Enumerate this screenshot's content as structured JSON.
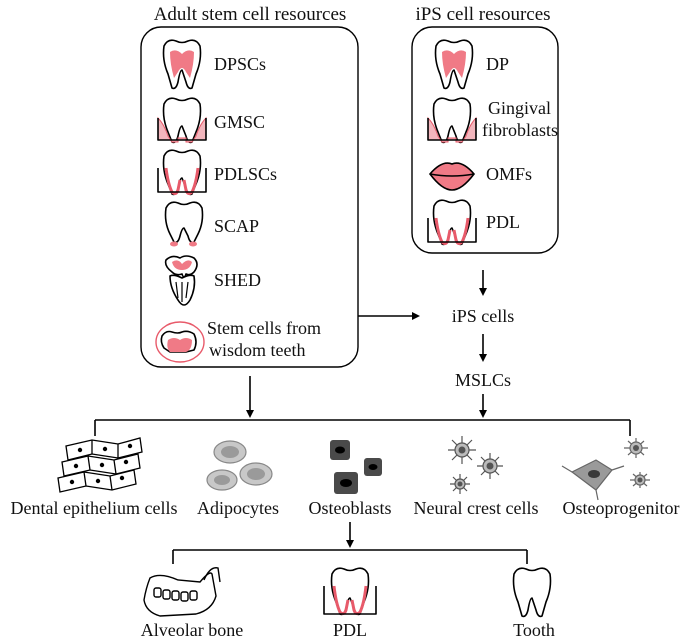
{
  "adult": {
    "title": "Adult stem cell resources",
    "items": [
      "DPSCs",
      "GMSC",
      "PDLSCs",
      "SCAP",
      "SHED",
      "Stem cells from",
      "wisdom teeth"
    ]
  },
  "ips": {
    "title": "iPS cell resources",
    "items": [
      "DP",
      "Gingival",
      "fibroblasts",
      "OMFs",
      "PDL"
    ]
  },
  "flow": {
    "ips_cells": "iPS cells",
    "mslcs": "MSLCs"
  },
  "cells": [
    "Dental epithelium cells",
    "Adipocytes",
    "Osteoblasts",
    "Neural crest cells",
    "Osteoprogenitor"
  ],
  "outputs": [
    "Alveolar bone",
    "PDL",
    "Tooth"
  ],
  "colors": {
    "pink": "#f07a86",
    "gum": "#f3b6bd",
    "gray": "#9a9a9a",
    "dark": "#3a3a3a"
  }
}
